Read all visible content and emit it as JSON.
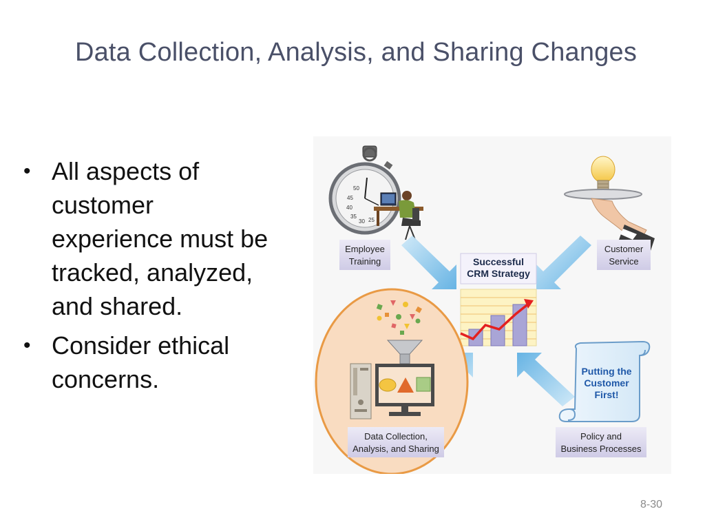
{
  "slide": {
    "title": "Data Collection, Analysis, and Sharing Changes",
    "bullets": [
      "All aspects of customer experience must be tracked, analyzed, and shared.",
      "Consider ethical concerns."
    ],
    "page_number": "8-30"
  },
  "diagram": {
    "center_label_line1": "Successful",
    "center_label_line2": "CRM Strategy",
    "employee_training_line1": "Employee",
    "employee_training_line2": "Training",
    "customer_service_line1": "Customer",
    "customer_service_line2": "Service",
    "data_collection_line1": "Data Collection,",
    "data_collection_line2": "Analysis, and Sharing",
    "policy_line1": "Policy and",
    "policy_line2": "Business Processes",
    "scroll_line1": "Putting the",
    "scroll_line2": "Customer",
    "scroll_line3": "First!",
    "stopwatch_numbers": [
      "50",
      "45",
      "40",
      "35",
      "30",
      "25"
    ],
    "chart_bar_levels": [
      0.3,
      0.55,
      0.75
    ],
    "colors": {
      "title": "#4a5068",
      "arrow": "#6fb8e6",
      "label_bg": "#d7d4ea",
      "highlight_fill": "#f9dcc1",
      "highlight_stroke": "#e99a45",
      "bar": "#a9a5d6",
      "trend_line": "#e42020",
      "scroll_text": "#1f58a8"
    }
  }
}
